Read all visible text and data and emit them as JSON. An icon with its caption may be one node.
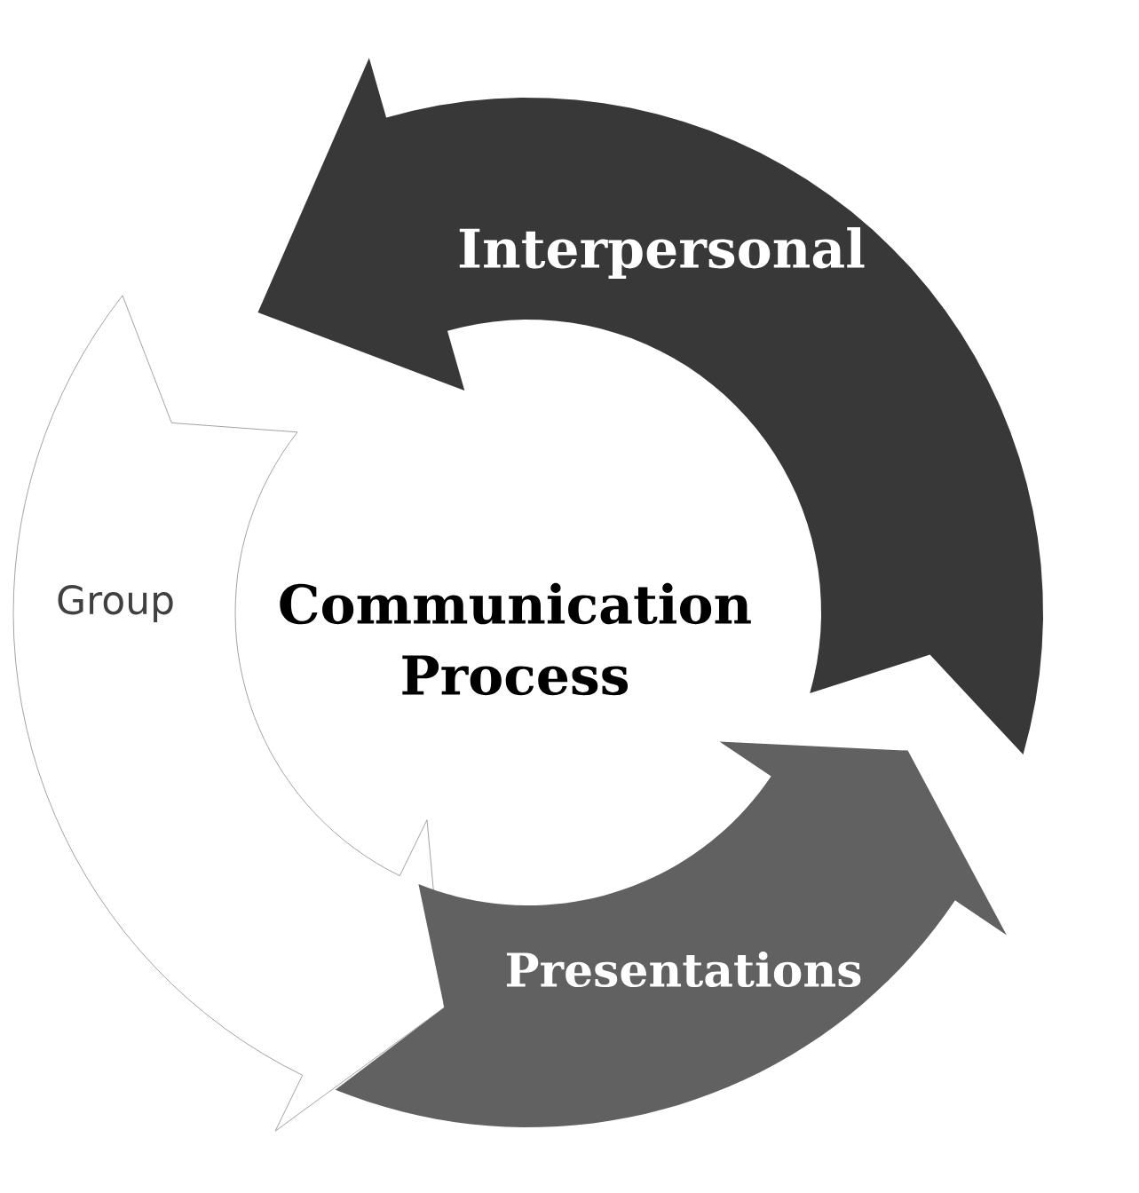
{
  "diagram": {
    "nodes": [
      {
        "text": [
          "Interpersonal"
        ]
      },
      {
        "text": [
          "Presentations"
        ]
      },
      {
        "text": [
          "Group"
        ]
      }
    ],
    "labels": [
      "Communication Process"
    ]
  }
}
